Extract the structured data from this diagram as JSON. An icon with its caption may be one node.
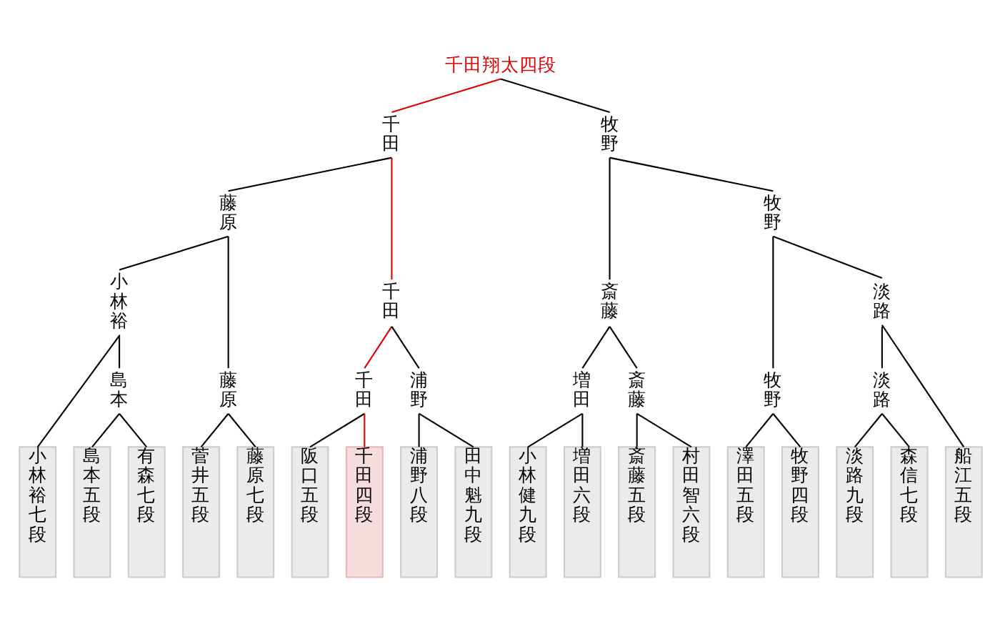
{
  "diagram": {
    "nodes": [
      {
        "text": [
          "千田翔太四段"
        ]
      },
      {
        "text": [
          "千田"
        ]
      },
      {
        "text": [
          "牧野"
        ]
      },
      {
        "text": [
          "藤原"
        ]
      },
      {
        "text": [
          "千田"
        ]
      },
      {
        "text": [
          "斎藤"
        ]
      },
      {
        "text": [
          "牧野"
        ]
      },
      {
        "text": [
          "小林裕"
        ]
      },
      {
        "text": [
          "藤原"
        ]
      },
      {
        "text": [
          "千田"
        ]
      },
      {
        "text": [
          "浦野"
        ]
      },
      {
        "text": [
          "増田"
        ]
      },
      {
        "text": [
          "斎藤"
        ]
      },
      {
        "text": [
          "牧野"
        ]
      },
      {
        "text": [
          "淡路"
        ]
      },
      {
        "text": [
          "島本"
        ]
      },
      {
        "text": [
          "淡路"
        ]
      },
      {
        "text": [
          "小林裕七段"
        ]
      },
      {
        "text": [
          "島本五段"
        ]
      },
      {
        "text": [
          "有森七段"
        ]
      },
      {
        "text": [
          "菅井五段"
        ]
      },
      {
        "text": [
          "藤原七段"
        ]
      },
      {
        "text": [
          "阪口五段"
        ]
      },
      {
        "text": [
          "千田四段"
        ]
      },
      {
        "text": [
          "浦野八段"
        ]
      },
      {
        "text": [
          "田中魁九段"
        ]
      },
      {
        "text": [
          "小林健九段"
        ]
      },
      {
        "text": [
          "増田六段"
        ]
      },
      {
        "text": [
          "斎藤五段"
        ]
      },
      {
        "text": [
          "村田智六段"
        ]
      },
      {
        "text": [
          "澤田五段"
        ]
      },
      {
        "text": [
          "牧野四段"
        ]
      },
      {
        "text": [
          "淡路九段"
        ]
      },
      {
        "text": [
          "森信七段"
        ]
      },
      {
        "text": [
          "船江五段"
        ]
      }
    ],
    "edges": [
      {
        "from": 0,
        "to": 1,
        "arrow": "none",
        "color": "#e00000"
      },
      {
        "from": 0,
        "to": 2,
        "arrow": "none"
      },
      {
        "from": 1,
        "to": 3,
        "arrow": "none"
      },
      {
        "from": 1,
        "to": 4,
        "arrow": "none",
        "color": "#e00000"
      },
      {
        "from": 2,
        "to": 5,
        "arrow": "none"
      },
      {
        "from": 2,
        "to": 6,
        "arrow": "none"
      },
      {
        "from": 3,
        "to": 7,
        "arrow": "none"
      },
      {
        "from": 3,
        "to": 8,
        "arrow": "none"
      },
      {
        "from": 4,
        "to": 9,
        "arrow": "none",
        "color": "#e00000"
      },
      {
        "from": 4,
        "to": 10,
        "arrow": "none"
      },
      {
        "from": 5,
        "to": 11,
        "arrow": "none"
      },
      {
        "from": 5,
        "to": 12,
        "arrow": "none"
      },
      {
        "from": 6,
        "to": 13,
        "arrow": "none"
      },
      {
        "from": 6,
        "to": 14,
        "arrow": "none"
      },
      {
        "from": 7,
        "to": 17,
        "arrow": "none"
      },
      {
        "from": 7,
        "to": 15,
        "arrow": "none"
      },
      {
        "from": 15,
        "to": 18,
        "arrow": "none"
      },
      {
        "from": 15,
        "to": 19,
        "arrow": "none"
      },
      {
        "from": 8,
        "to": 20,
        "arrow": "none"
      },
      {
        "from": 8,
        "to": 21,
        "arrow": "none"
      },
      {
        "from": 9,
        "to": 22,
        "arrow": "none"
      },
      {
        "from": 9,
        "to": 23,
        "arrow": "none",
        "color": "#e00000"
      },
      {
        "from": 10,
        "to": 24,
        "arrow": "none"
      },
      {
        "from": 10,
        "to": 25,
        "arrow": "none"
      },
      {
        "from": 11,
        "to": 26,
        "arrow": "none"
      },
      {
        "from": 11,
        "to": 27,
        "arrow": "none"
      },
      {
        "from": 12,
        "to": 28,
        "arrow": "none"
      },
      {
        "from": 12,
        "to": 29,
        "arrow": "none"
      },
      {
        "from": 13,
        "to": 30,
        "arrow": "none"
      },
      {
        "from": 13,
        "to": 31,
        "arrow": "none"
      },
      {
        "from": 14,
        "to": 16,
        "arrow": "none"
      },
      {
        "from": 14,
        "to": 34,
        "arrow": "none"
      },
      {
        "from": 16,
        "to": 32,
        "arrow": "none"
      },
      {
        "from": 16,
        "to": 33,
        "arrow": "none"
      }
    ]
  }
}
